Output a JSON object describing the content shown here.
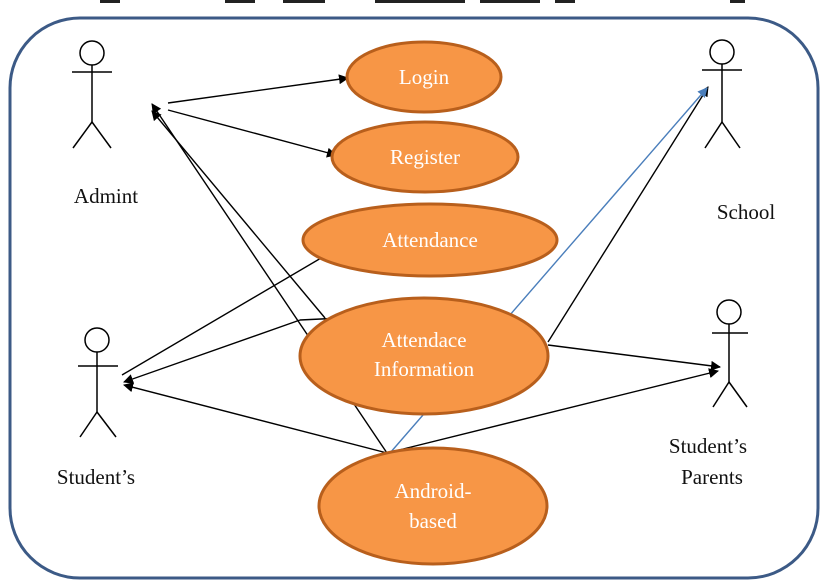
{
  "diagram": {
    "colors": {
      "boundary": "#3c5a86",
      "usecase_fill": "#f79646",
      "usecase_stroke": "#b85f1c",
      "usecase_text": "#ffffff",
      "arrow": "#000000",
      "blue_arrow": "#4a7ebb",
      "actor": "#000000"
    },
    "actors": {
      "admint": "Admint",
      "school": "School",
      "student": "Student’s",
      "parents_line1": "Student’s",
      "parents_line2": "Parents"
    },
    "usecases": {
      "login": "Login",
      "register": "Register",
      "attendance": "Attendance",
      "info_line1": "Attendace",
      "info_line2": "Information",
      "android_line1": "Android-",
      "android_line2": "based"
    }
  }
}
